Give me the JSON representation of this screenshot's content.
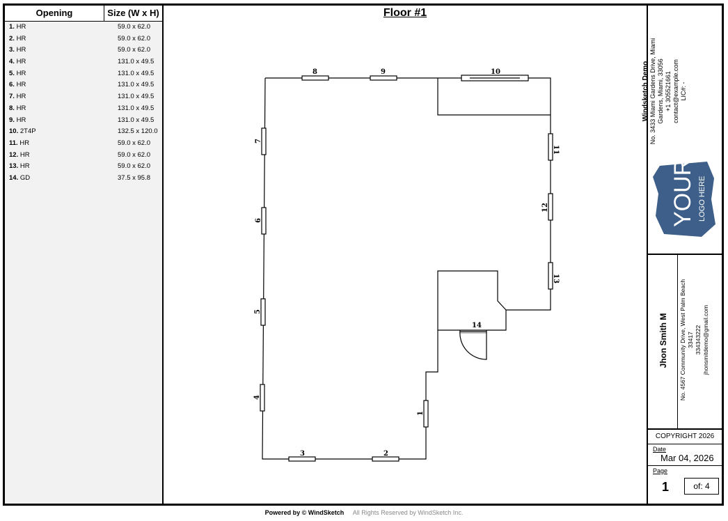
{
  "openings_table": {
    "col_opening": "Opening",
    "col_size": "Size (W x H)",
    "rows": [
      {
        "num": "1.",
        "type": "HR",
        "size": "59.0 x 62.0"
      },
      {
        "num": "2.",
        "type": "HR",
        "size": "59.0 x 62.0"
      },
      {
        "num": "3.",
        "type": "HR",
        "size": "59.0 x 62.0"
      },
      {
        "num": "4.",
        "type": "HR",
        "size": "131.0 x 49.5"
      },
      {
        "num": "5.",
        "type": "HR",
        "size": "131.0 x 49.5"
      },
      {
        "num": "6.",
        "type": "HR",
        "size": "131.0 x 49.5"
      },
      {
        "num": "7.",
        "type": "HR",
        "size": "131.0 x 49.5"
      },
      {
        "num": "8.",
        "type": "HR",
        "size": "131.0 x 49.5"
      },
      {
        "num": "9.",
        "type": "HR",
        "size": "131.0 x 49.5"
      },
      {
        "num": "10.",
        "type": "2T4P",
        "size": "132.5 x 120.0"
      },
      {
        "num": "11.",
        "type": "HR",
        "size": "59.0 x 62.0"
      },
      {
        "num": "12.",
        "type": "HR",
        "size": "59.0 x 62.0"
      },
      {
        "num": "13.",
        "type": "HR",
        "size": "59.0 x 62.0"
      },
      {
        "num": "14.",
        "type": "GD",
        "size": "37.5 x 95.8"
      }
    ]
  },
  "drawing": {
    "title": "Floor #1",
    "marks": {
      "m1": "1",
      "m2": "2",
      "m3": "3",
      "m4": "4",
      "m5": "5",
      "m6": "6",
      "m7": "7",
      "m8": "8",
      "m9": "9",
      "m10": "10",
      "m11": "11",
      "m12": "12",
      "m13": "13",
      "m14": "14"
    }
  },
  "company": {
    "name": "Windsketch Demo",
    "address1": "No. 3433 Miami Gardens Drive, Miami",
    "address2": "Gardens, Miami, 33056",
    "phone": "+1 305521661",
    "email": "contact@example.com",
    "license": "LIC#: -",
    "logo_main": "YOUR",
    "logo_sub": "LOGO HERE"
  },
  "client": {
    "name": "Jhon Smith M",
    "address": "No. 4567 Community Drive, West Palm Beach",
    "zip": "33417",
    "phone": "334343222",
    "email": "jhonsmitdemo@gmail.com"
  },
  "copyright": "COPYRIGHT 2026",
  "date_label": "Date",
  "date_value": "Mar 04, 2026",
  "page_label": "Page",
  "page_number": "1",
  "page_of": "of: 4",
  "footer": {
    "powered": "Powered by © WindSketch",
    "rights": "All Rights Reserved by WindSketch Inc."
  },
  "colors": {
    "logo_blue": "#3d5f8a"
  }
}
